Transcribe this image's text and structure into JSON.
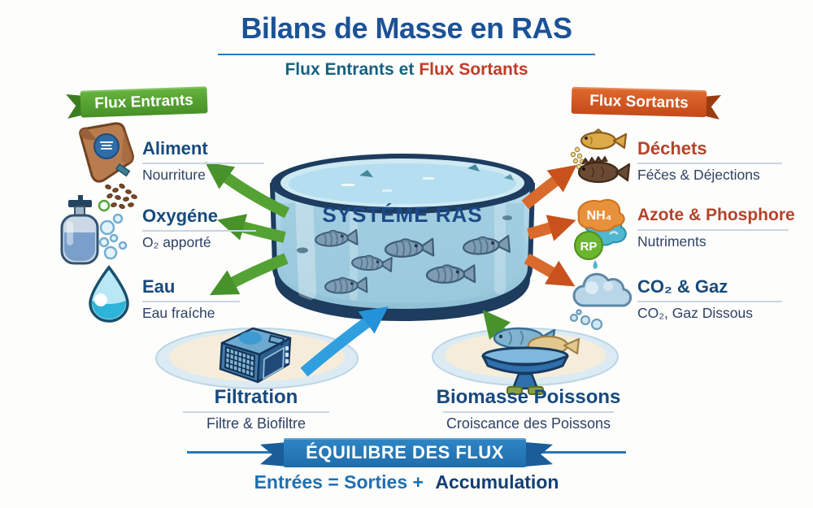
{
  "header": {
    "title": "Bilans de Masse en RAS",
    "subtitle_entrants": "Flux Entrants",
    "subtitle_connector": "et",
    "subtitle_sortants": "Flux Sortants"
  },
  "banners": {
    "entrants": "Flux Entrants",
    "sortants": "Flux Sortants"
  },
  "tank": {
    "label": "SYSTÉME RAS"
  },
  "inputs": [
    {
      "label": "Aliment",
      "sub": "Nourriture",
      "icon": "feed-bag-icon"
    },
    {
      "label": "Oxygéne",
      "sub": "O₂ apporté",
      "icon": "oxygen-tank-icon"
    },
    {
      "label": "Eau",
      "sub": "Eau fraíche",
      "icon": "water-drop-icon"
    }
  ],
  "outputs": [
    {
      "label": "Déchets",
      "sub": "Féčes & Déjections",
      "icon": "fish-waste-icon"
    },
    {
      "label": "Azote & Phosphore",
      "sub": "Nutriments",
      "icon": "nutrients-icon",
      "badges": [
        "NH₄",
        "RP"
      ]
    },
    {
      "label": "CO₂ & Gaz",
      "sub": "CO₂, Gaz Dissous",
      "icon": "gas-cloud-icon"
    }
  ],
  "processes": [
    {
      "label": "Filtration",
      "sub": "Filtre & Biofiltre",
      "icon": "filter-unit-icon"
    },
    {
      "label": "Biomasse Poissons",
      "sub": "Croiscance des Poissons",
      "icon": "fish-scale-icon"
    }
  ],
  "footer": {
    "ribbon": "ÉQUILIBRE DES FLUX",
    "equation_left": "Entrées = Sorties +",
    "equation_bold": "Accumulation"
  },
  "palette": {
    "title_blue": "#1c5296",
    "label_blue": "#174a7c",
    "label_red": "#b5432a",
    "arrow_green": "#55a234",
    "arrow_orange": "#d96a2d",
    "arrow_blue": "#2f9fe0",
    "ribbon_blue": "#2f86c6",
    "banner_green": "#479027",
    "banner_orange": "#c44a1a"
  }
}
